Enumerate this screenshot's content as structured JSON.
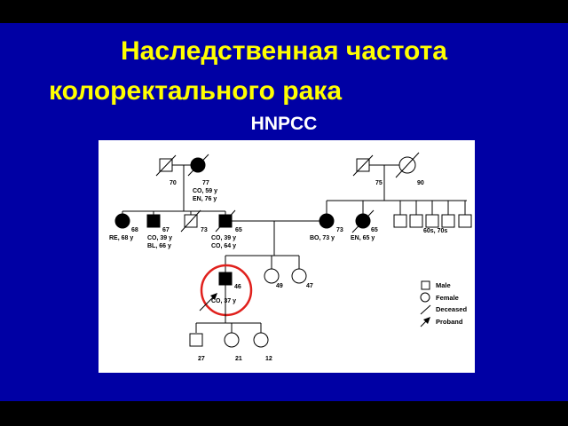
{
  "slide": {
    "title_line1": "Наследственная частота",
    "title_line2": "колоректального рака",
    "subtitle": "HNPCC",
    "colors": {
      "background": "#0000a4",
      "title": "#ffff00",
      "subtitle": "#ffffff",
      "proband_ring": "#e0201c"
    }
  },
  "pedigree": {
    "gen1_left": {
      "male_age": "70",
      "female_age": "77",
      "female_note1": "CO, 59 y",
      "female_note2": "EN, 76 y"
    },
    "gen1_right": {
      "male_age": "75",
      "female_age": "90"
    },
    "gen2": {
      "f68_age": "68",
      "f68_note": "RE, 68 y",
      "m67_age": "67",
      "m67_note1": "CO, 39 y",
      "m67_note2": "BL, 66 y",
      "m73_age": "73",
      "m65_age": "65",
      "m65_note1": "CO, 39 y",
      "m65_note2": "CO, 64 y",
      "f73_age": "73",
      "f73_note": "BO, 73 y",
      "f65_age": "65",
      "f65_note": "EN, 65 y",
      "sibs_note": "60s, 70s"
    },
    "gen3": {
      "proband_age": "46",
      "proband_note": "CO, 37 y",
      "f49_age": "49",
      "f47_age": "47"
    },
    "gen4": {
      "m27_age": "27",
      "f21_age": "21",
      "f12_age": "12"
    },
    "legend": {
      "male": "Male",
      "female": "Female",
      "deceased": "Deceased",
      "proband": "Proband"
    }
  }
}
